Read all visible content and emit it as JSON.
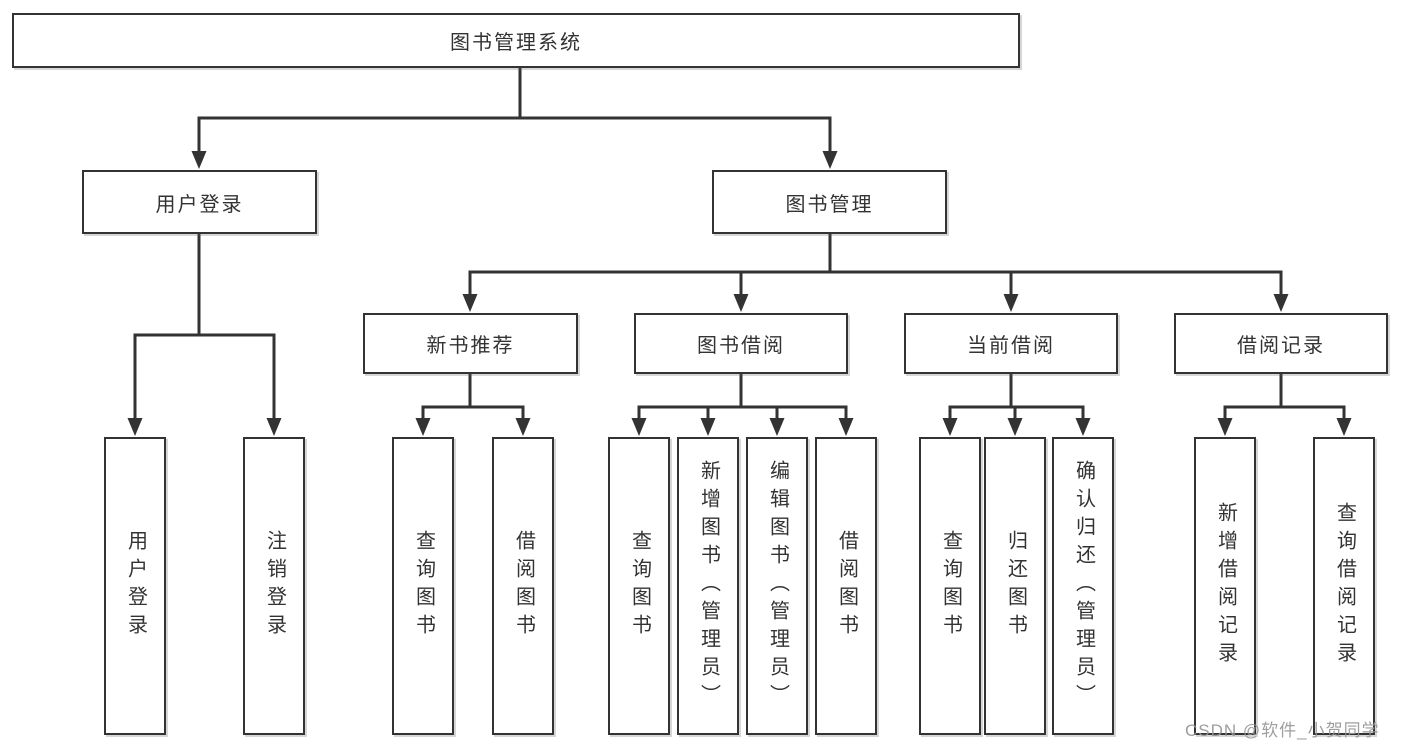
{
  "diagram": {
    "tree": {
      "root": {
        "label": "图书管理系统"
      },
      "level2": [
        {
          "label": "用户登录",
          "children": [
            {
              "label": "用户登录"
            },
            {
              "label": "注销登录"
            }
          ]
        },
        {
          "label": "图书管理",
          "children": [
            {
              "label": "新书推荐",
              "children": [
                {
                  "label": "查询图书"
                },
                {
                  "label": "借阅图书"
                }
              ]
            },
            {
              "label": "图书借阅",
              "children": [
                {
                  "label": "查询图书"
                },
                {
                  "label": "新增图书（管理员）"
                },
                {
                  "label": "编辑图书（管理员）"
                },
                {
                  "label": "借阅图书"
                }
              ]
            },
            {
              "label": "当前借阅",
              "children": [
                {
                  "label": "查询图书"
                },
                {
                  "label": "归还图书"
                },
                {
                  "label": "确认归还（管理员）"
                }
              ]
            },
            {
              "label": "借阅记录",
              "children": [
                {
                  "label": "新增借阅记录"
                },
                {
                  "label": "查询借阅记录"
                }
              ]
            }
          ]
        }
      ]
    },
    "watermark": "CSDN @软件_小贺同学",
    "colors": {
      "line": "#333333",
      "text": "#333333",
      "box_background": "#ffffff",
      "watermark": "#969696",
      "background": "#ffffff"
    }
  }
}
